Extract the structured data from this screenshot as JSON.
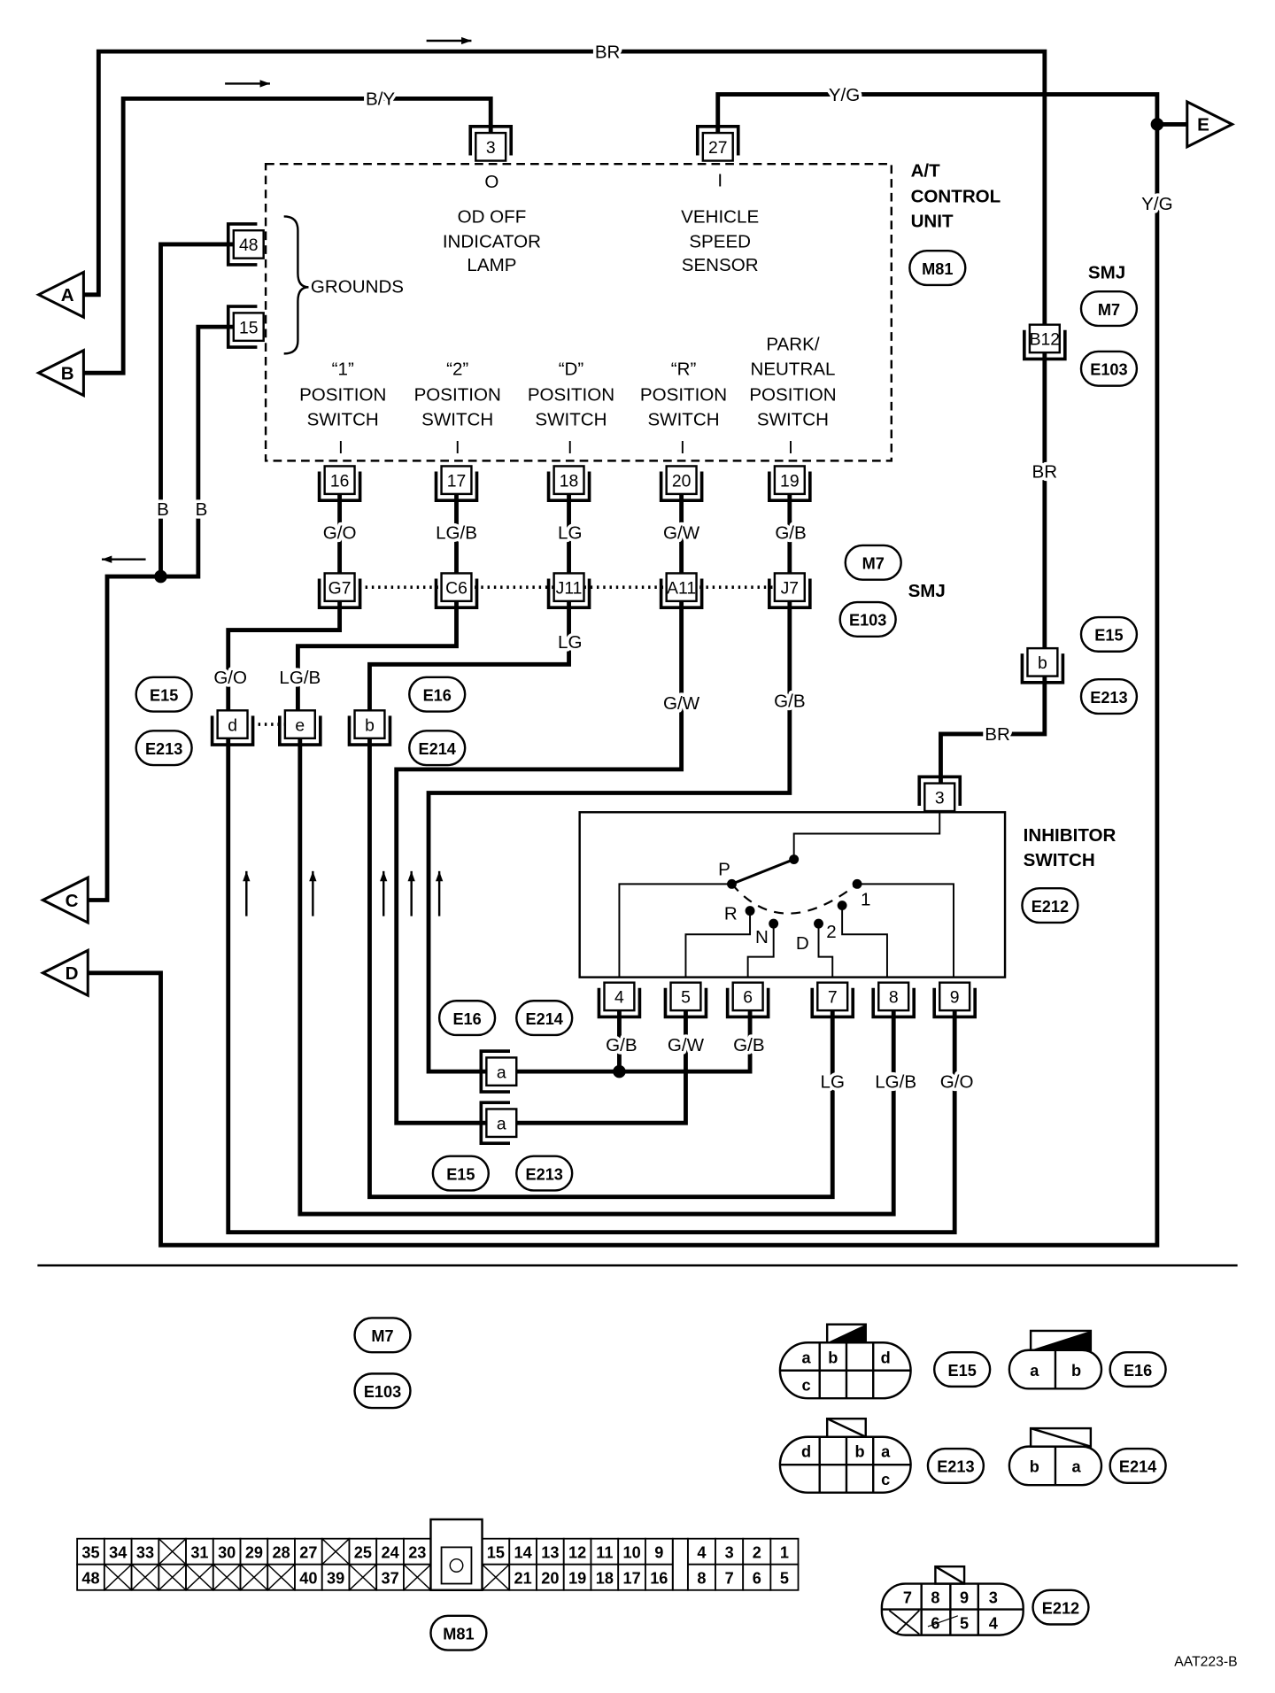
{
  "diagram_code": "AAT223-B",
  "offpage": {
    "a": "A",
    "b": "B",
    "c": "C",
    "d": "D",
    "e": "E"
  },
  "wires": {
    "br": "BR",
    "by": "B/Y",
    "yg": "Y/G",
    "b": "B",
    "go": "G/O",
    "lgb": "LG/B",
    "lg": "LG",
    "gw": "G/W",
    "gb": "G/B"
  },
  "unit": {
    "title": [
      "A/T",
      "CONTROL",
      "UNIT"
    ],
    "id": "M81",
    "od_off": [
      "OD OFF",
      "INDICATOR",
      "LAMP"
    ],
    "vss": [
      "VEHICLE",
      "SPEED",
      "SENSOR"
    ],
    "grounds": "GROUNDS",
    "terminal_out": "O",
    "terminal_in": "I",
    "switches": [
      {
        "lines": [
          "“1”",
          "POSITION",
          "SWITCH"
        ]
      },
      {
        "lines": [
          "“2”",
          "POSITION",
          "SWITCH"
        ]
      },
      {
        "lines": [
          "“D”",
          "POSITION",
          "SWITCH"
        ]
      },
      {
        "lines": [
          "“R”",
          "POSITION",
          "SWITCH"
        ]
      },
      {
        "lines": [
          "PARK/",
          "NEUTRAL",
          "POSITION",
          "SWITCH"
        ]
      }
    ],
    "terminals": {
      "t3": "3",
      "t27": "27",
      "t48": "48",
      "t15": "15",
      "t16": "16",
      "t17": "17",
      "t18": "18",
      "t20": "20",
      "t19": "19"
    }
  },
  "smj": {
    "label": "SMJ",
    "terminals": [
      "G7",
      "C6",
      "J11",
      "A11",
      "J7"
    ],
    "b12": "B12"
  },
  "harness": {
    "d": "d",
    "e": "e",
    "b": "b",
    "a": "a"
  },
  "connector_ids": {
    "m7": "M7",
    "e103": "E103",
    "e15": "E15",
    "e16": "E16",
    "e213": "E213",
    "e214": "E214",
    "e212": "E212",
    "m81": "M81"
  },
  "inhibitor": {
    "title": [
      "INHIBITOR",
      "SWITCH"
    ],
    "terminal_3": "3",
    "pins": [
      "4",
      "5",
      "6",
      "7",
      "8",
      "9"
    ],
    "positions": [
      "P",
      "R",
      "N",
      "D",
      "2",
      "1"
    ]
  },
  "faces": {
    "e15": {
      "top": [
        "a",
        "b",
        "",
        "d"
      ],
      "bottom": [
        "c",
        "",
        "",
        ""
      ]
    },
    "e16": [
      "a",
      "b"
    ],
    "e213": {
      "top": [
        "d",
        "",
        "b",
        "a"
      ],
      "bottom": [
        "",
        "",
        "",
        "c"
      ]
    },
    "e214": [
      "b",
      "a"
    ],
    "e212": {
      "top": [
        "7",
        "8",
        "9",
        "3"
      ],
      "bottom": [
        "X",
        "6",
        "5",
        "4"
      ]
    },
    "m81": {
      "left_top": [
        "35",
        "34",
        "33",
        "X",
        "31",
        "30",
        "29",
        "28",
        "27",
        "X",
        "25",
        "24",
        "23"
      ],
      "left_bottom": [
        "48",
        "X",
        "X",
        "X",
        "X",
        "X",
        "X",
        "X",
        "40",
        "39",
        "X",
        "37",
        "X"
      ],
      "mid_top": [
        "15",
        "14",
        "13",
        "12",
        "11",
        "10",
        "9"
      ],
      "mid_bottom": [
        "X",
        "21",
        "20",
        "19",
        "18",
        "17",
        "16"
      ],
      "right_top": [
        "4",
        "3",
        "2",
        "1"
      ],
      "right_bottom": [
        "8",
        "7",
        "6",
        "5"
      ]
    }
  }
}
